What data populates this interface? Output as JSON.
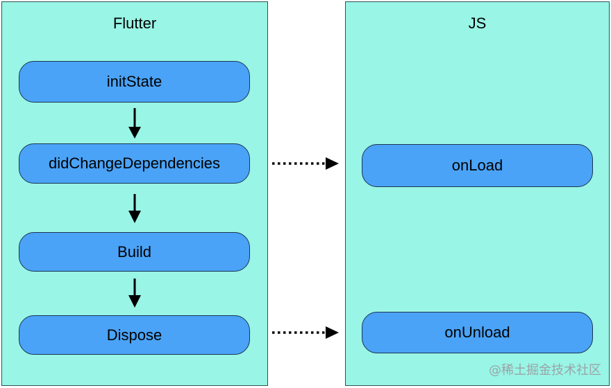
{
  "flutter": {
    "title": "Flutter",
    "nodes": [
      "initState",
      "didChangeDependencies",
      "Build",
      "Dispose"
    ]
  },
  "js": {
    "title": "JS",
    "nodes": [
      "onLoad",
      "onUnload"
    ]
  },
  "watermark": "@稀土掘金技术社区",
  "colors": {
    "panel_fill": "#99f5e6",
    "node_fill": "#4aa3f7",
    "stroke": "#000000"
  }
}
